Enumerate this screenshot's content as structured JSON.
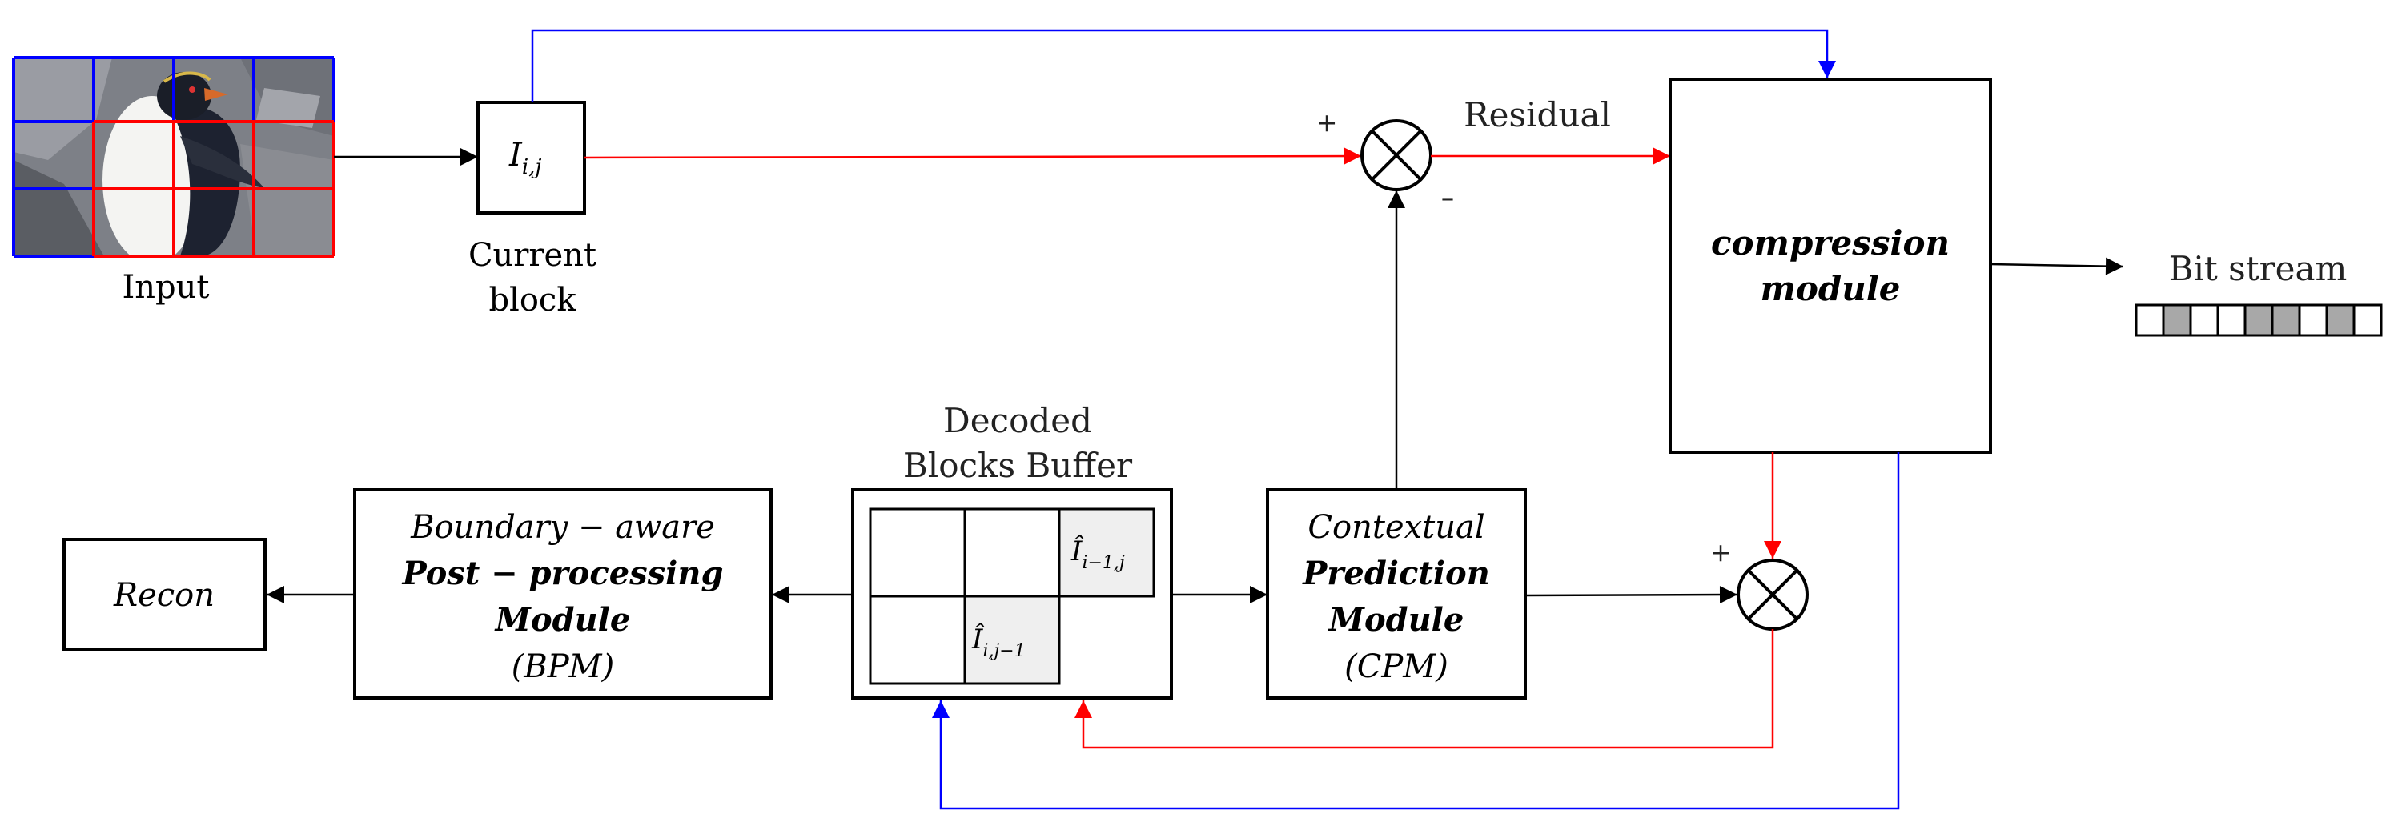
{
  "input": {
    "label": "Input"
  },
  "current_block": {
    "symbol": "I",
    "subscript": "i,j",
    "label_line1": "Current",
    "label_line2": "block"
  },
  "residual_label": "Residual",
  "sum_top": {
    "plus": "+",
    "minus": "–"
  },
  "sum_bottom": {
    "plus": "+"
  },
  "compression_module": {
    "line1": "compression",
    "line2": "module"
  },
  "bit_stream": {
    "label": "Bit stream",
    "cells": [
      0,
      1,
      0,
      0,
      1,
      1,
      0,
      1,
      0
    ]
  },
  "decoded_buffer": {
    "title_line1": "Decoded",
    "title_line2": "Blocks Buffer",
    "cell_top": {
      "symbol": "Î",
      "subscript": "i−1,j"
    },
    "cell_left": {
      "symbol": "Î",
      "subscript": "i,j−1"
    }
  },
  "cpm": {
    "line1": "Contextual",
    "line2": "Prediction",
    "line3": "Module",
    "line4": "(CPM)"
  },
  "bpm": {
    "line1": "Boundary − aware",
    "line2": "Post − processing",
    "line3": "Module",
    "line4": "(BPM)"
  },
  "recon": {
    "label": "Recon"
  },
  "colors": {
    "red": "#ff0000",
    "blue": "#0000ff",
    "black": "#000000",
    "gray_cell": "#a8a8a8",
    "buffer_fill": "#efefef"
  }
}
